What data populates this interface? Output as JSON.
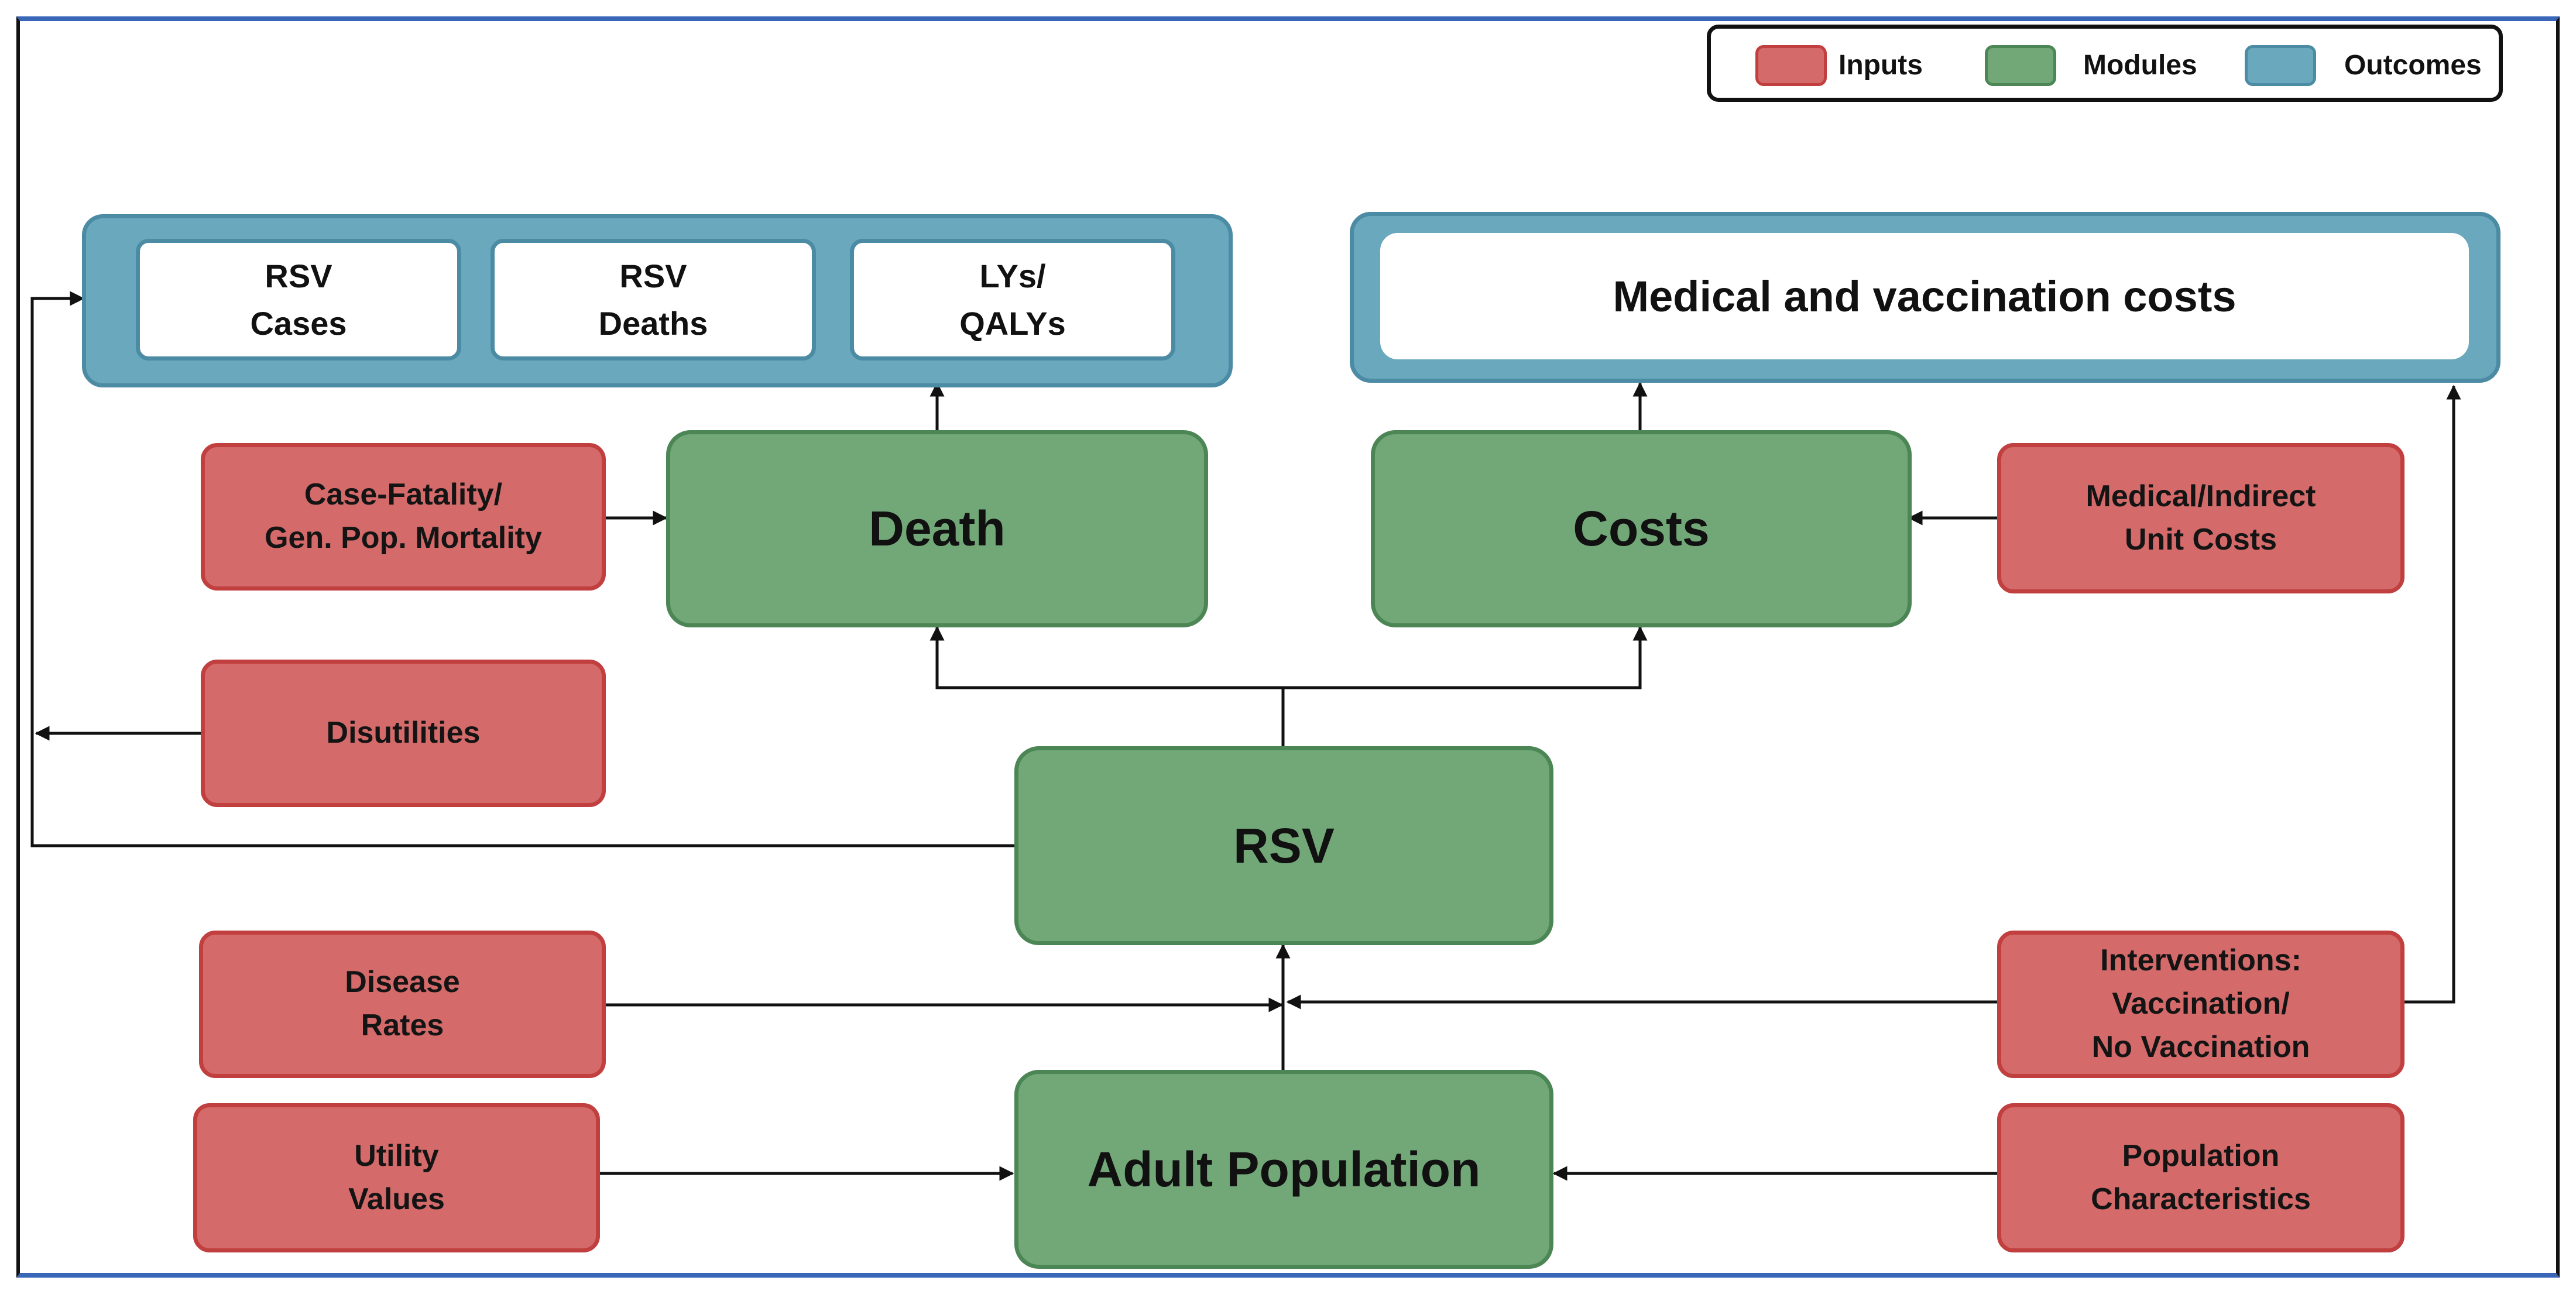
{
  "legend": {
    "inputs": "Inputs",
    "modules": "Modules",
    "outcomes": "Outcomes"
  },
  "colors": {
    "input_fill": "#d46a6a",
    "module_fill": "#72a878",
    "outcome_fill": "#6aa8bd",
    "frame_border": "#3a66b8"
  },
  "outcomes": {
    "rsv_cases": [
      "RSV",
      "Cases"
    ],
    "rsv_deaths": [
      "RSV",
      "Deaths"
    ],
    "lys_qalys": [
      "LYs/",
      "QALYs"
    ],
    "costs": "Medical and vaccination costs"
  },
  "modules": {
    "death": "Death",
    "costs": "Costs",
    "rsv": "RSV",
    "adult_population": "Adult Population"
  },
  "inputs": {
    "case_fatality": [
      "Case-Fatality/",
      "Gen. Pop. Mortality"
    ],
    "disutilities": [
      "Disutilities"
    ],
    "medical_costs": [
      "Medical/Indirect",
      "Unit Costs"
    ],
    "disease_rates": [
      "Disease",
      "Rates"
    ],
    "utility_values": [
      "Utility",
      "Values"
    ],
    "interventions": [
      "Interventions:",
      "Vaccination/",
      "No Vaccination"
    ],
    "population_characteristics": [
      "Population",
      "Characteristics"
    ]
  }
}
